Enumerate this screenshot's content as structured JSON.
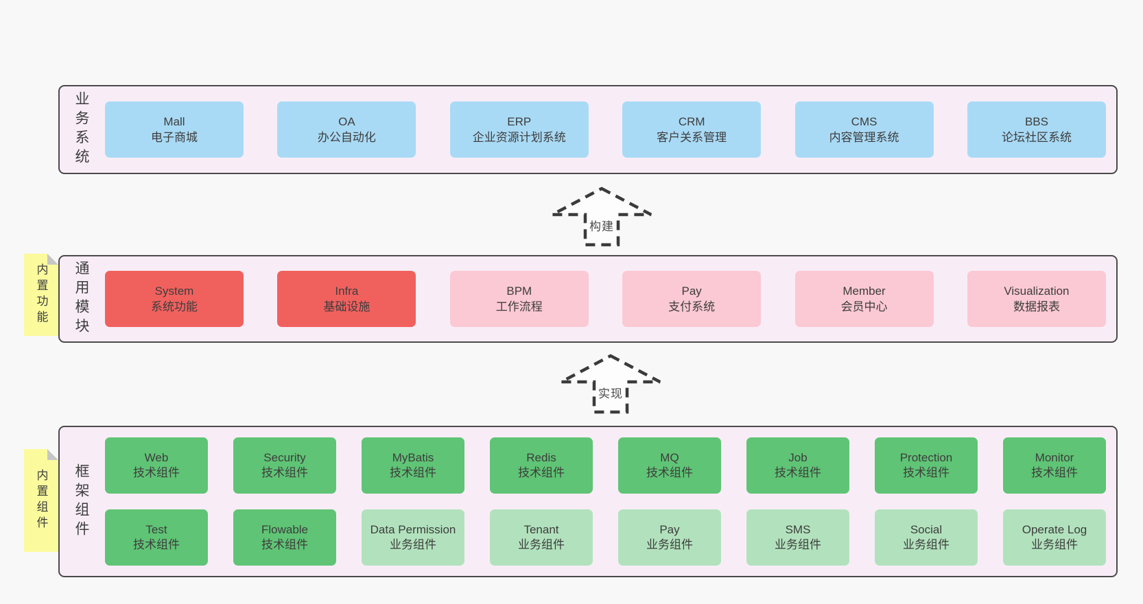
{
  "arrows": [
    {
      "label": "构建"
    },
    {
      "label": "实现"
    }
  ],
  "layers": [
    {
      "label": "业务系统",
      "items": [
        {
          "en": "Mall",
          "zh": "电子商城",
          "variant": "blue"
        },
        {
          "en": "OA",
          "zh": "办公自动化",
          "variant": "blue"
        },
        {
          "en": "ERP",
          "zh": "企业资源计划系统",
          "variant": "blue"
        },
        {
          "en": "CRM",
          "zh": "客户关系管理",
          "variant": "blue"
        },
        {
          "en": "CMS",
          "zh": "内容管理系统",
          "variant": "blue"
        },
        {
          "en": "BBS",
          "zh": "论坛社区系统",
          "variant": "blue"
        }
      ]
    },
    {
      "label": "通用模块",
      "note": "内置功能",
      "items": [
        {
          "en": "System",
          "zh": "系统功能",
          "variant": "red"
        },
        {
          "en": "Infra",
          "zh": "基础设施",
          "variant": "red"
        },
        {
          "en": "BPM",
          "zh": "工作流程",
          "variant": "pink"
        },
        {
          "en": "Pay",
          "zh": "支付系统",
          "variant": "pink"
        },
        {
          "en": "Member",
          "zh": "会员中心",
          "variant": "pink"
        },
        {
          "en": "Visualization",
          "zh": "数据报表",
          "variant": "pink"
        }
      ]
    },
    {
      "label": "框架组件",
      "note": "内置组件",
      "rows": [
        [
          {
            "en": "Web",
            "zh": "技术组件",
            "variant": "green-dark"
          },
          {
            "en": "Security",
            "zh": "技术组件",
            "variant": "green-dark"
          },
          {
            "en": "MyBatis",
            "zh": "技术组件",
            "variant": "green-dark"
          },
          {
            "en": "Redis",
            "zh": "技术组件",
            "variant": "green-dark"
          },
          {
            "en": "MQ",
            "zh": "技术组件",
            "variant": "green-dark"
          },
          {
            "en": "Job",
            "zh": "技术组件",
            "variant": "green-dark"
          },
          {
            "en": "Protection",
            "zh": "技术组件",
            "variant": "green-dark"
          },
          {
            "en": "Monitor",
            "zh": "技术组件",
            "variant": "green-dark"
          }
        ],
        [
          {
            "en": "Test",
            "zh": "技术组件",
            "variant": "green-dark"
          },
          {
            "en": "Flowable",
            "zh": "技术组件",
            "variant": "green-dark"
          },
          {
            "en": "Data Permission",
            "zh": "业务组件",
            "variant": "green-light"
          },
          {
            "en": "Tenant",
            "zh": "业务组件",
            "variant": "green-light"
          },
          {
            "en": "Pay",
            "zh": "业务组件",
            "variant": "green-light"
          },
          {
            "en": "SMS",
            "zh": "业务组件",
            "variant": "green-light"
          },
          {
            "en": "Social",
            "zh": "业务组件",
            "variant": "green-light"
          },
          {
            "en": "Operate Log",
            "zh": "业务组件",
            "variant": "green-light"
          }
        ]
      ]
    }
  ],
  "colors": {
    "page_background": "#f8f8f8",
    "container_background": "#f8edf7",
    "container_border": "#4a4a4a",
    "blue": "#a9daf5",
    "red": "#f0615e",
    "pink": "#fbc9d3",
    "green_dark": "#5fc475",
    "green_light": "#b2e2bd",
    "note_yellow": "#fbfb9e",
    "note_fold_gray": "#c6c6c6",
    "text": "#3d3d3d",
    "arrow_dash": "#3b3b3b"
  }
}
